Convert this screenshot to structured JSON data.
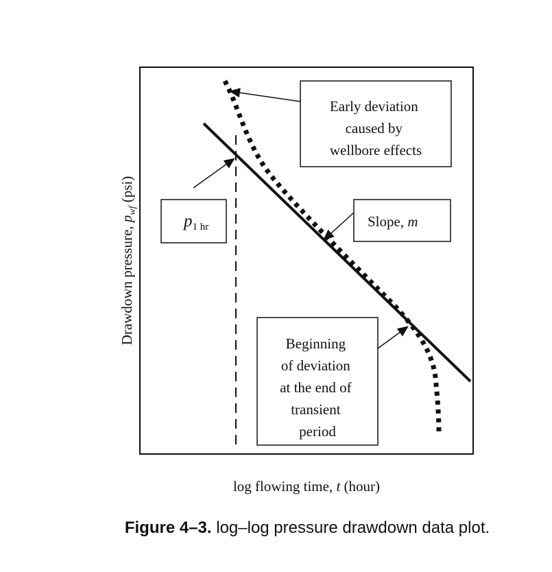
{
  "figure": {
    "caption_label": "Figure 4–3.",
    "caption_text": "log–log pressure drawdown data plot."
  },
  "axes": {
    "y_label_prefix": "Drawdown pressure, ",
    "y_label_var": "p",
    "y_label_sub": "wf",
    "y_label_unit": " (psi)",
    "x_label_prefix": "log flowing time, ",
    "x_label_var": "t",
    "x_label_unit": " (hour)"
  },
  "annotations": {
    "early": [
      "Early deviation",
      "caused by",
      "wellbore effects"
    ],
    "p1hr_var": "p",
    "p1hr_sub": "1 hr",
    "slope_text": "Slope, ",
    "slope_var": "m",
    "beginning": [
      "Beginning",
      "of deviation",
      "at the end of",
      "transient",
      "period"
    ]
  },
  "colors": {
    "ink": "#111111",
    "background": "#ffffff"
  }
}
